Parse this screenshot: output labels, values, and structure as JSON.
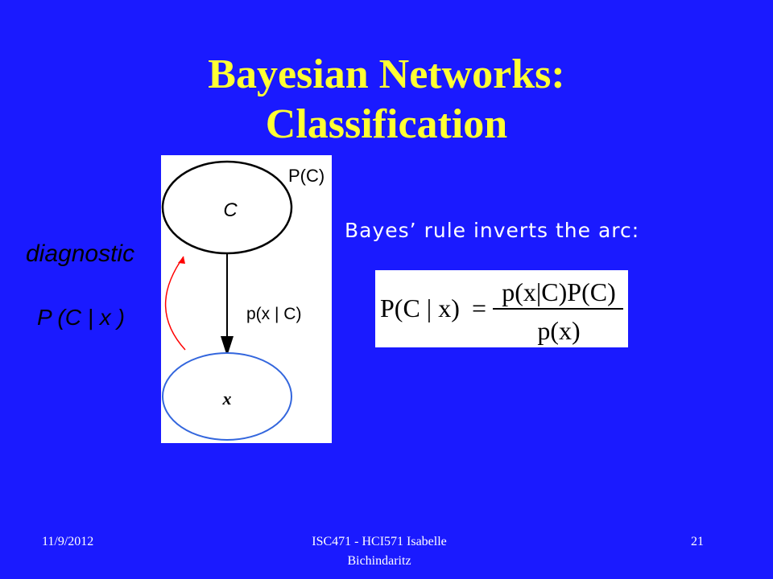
{
  "slide": {
    "title_line1": "Bayesian Networks:",
    "title_line2": "Classification",
    "colors": {
      "background": "#1a1aff",
      "title": "#ffff33",
      "text": "#ffffff",
      "arc_red": "#ff0000",
      "node_x_outline": "#3366dd"
    }
  },
  "diagram": {
    "node_c_label": "C",
    "node_x_label": "x",
    "prior_label": "P(C)",
    "edge_label": "p(x | C)",
    "diagnostic_label": "diagnostic",
    "posterior_label": "P (C | x )"
  },
  "text": {
    "arc_note": "Bayes’ rule inverts the arc:"
  },
  "formula": {
    "lhs": "P(C | x)",
    "equals": "=",
    "numerator": "p(x|C)P(C)",
    "denominator": "p(x)"
  },
  "footer": {
    "date": "11/9/2012",
    "course_line1": "ISC471 - HCI571  Isabelle",
    "course_line2": "Bichindaritz",
    "page": "21"
  }
}
